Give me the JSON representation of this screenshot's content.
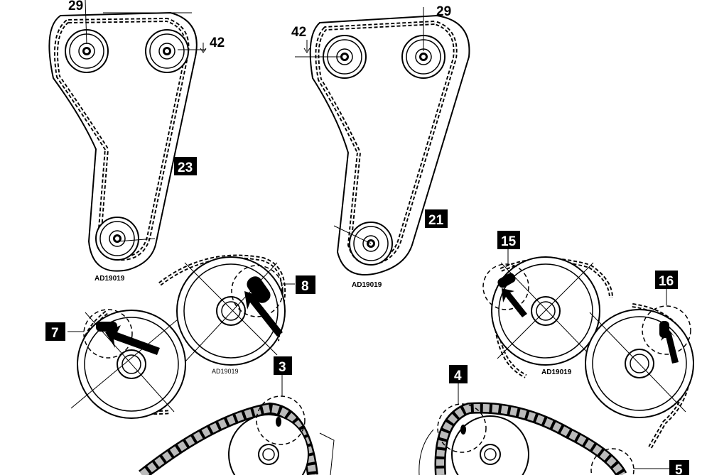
{
  "labels": {
    "top_left": {
      "left_sprocket": "29",
      "right_sprocket": "42",
      "badge": "23",
      "code": "AD19019"
    },
    "top_right": {
      "left_sprocket": "42",
      "right_sprocket": "29",
      "badge": "21",
      "code": "AD19019"
    },
    "middle_left": {
      "badge_small": "7",
      "badge_large": "8",
      "code": "AD19019"
    },
    "middle_right": {
      "badge_large": "15",
      "badge_small": "16",
      "code": "AD19019"
    },
    "bottom": {
      "left_badge": "3",
      "middle_badge": "4",
      "right_badge": "5"
    }
  }
}
